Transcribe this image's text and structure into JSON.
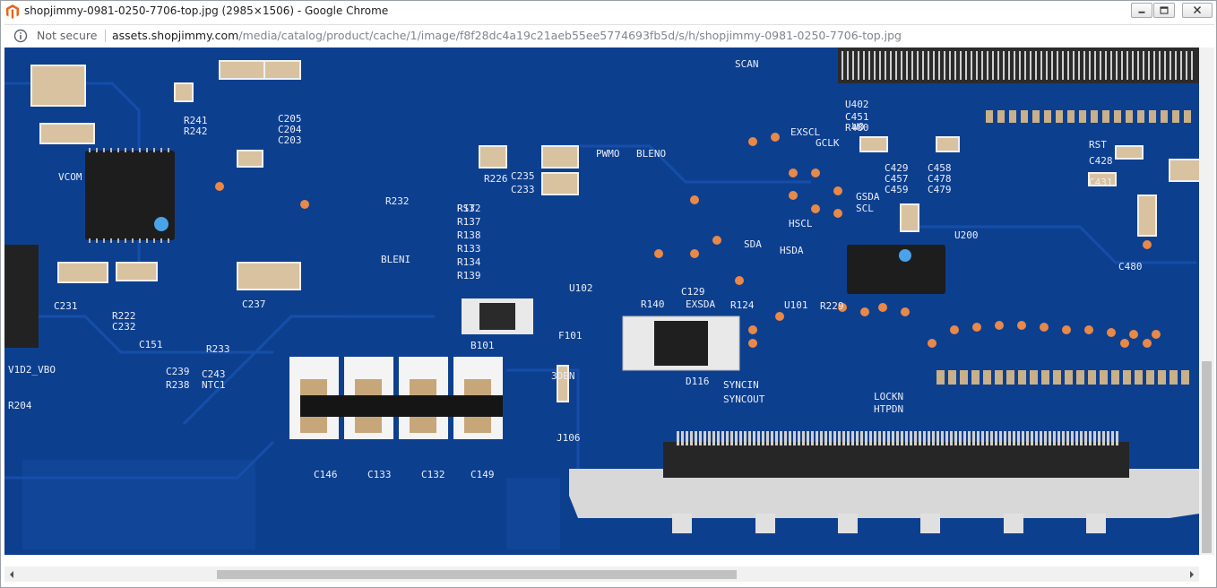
{
  "window": {
    "title": "shopjimmy-0981-0250-7706-top.jpg (2985×1506) - Google Chrome"
  },
  "addressbar": {
    "security_label": "Not secure",
    "url_host": "assets.shopjimmy.com",
    "url_path": "/media/catalog/product/cache/1/image/f8f28dc4a19c21aeb55ee5774693fb5d/s/h/shopjimmy-0981-0250-7706-top.jpg"
  },
  "image": {
    "board_labels": [
      "R132",
      "R137",
      "R138",
      "R133",
      "R134",
      "R139",
      "C205",
      "C204",
      "C203",
      "R241",
      "R242",
      "R226",
      "C235",
      "C233",
      "C231",
      "C237",
      "R222",
      "C232",
      "B101",
      "F101",
      "D116",
      "R140",
      "C129",
      "EXSDA",
      "R124",
      "U101",
      "U102",
      "SYNCIN",
      "SYNCOUT",
      "LOCKN",
      "HTPDN",
      "J106",
      "3DEN",
      "C151",
      "C146",
      "C133",
      "C132",
      "C149",
      "SCAN",
      "HSCL",
      "HSDA",
      "SDA",
      "GSDA",
      "SCL",
      "EXSCL",
      "GCLK",
      "PWMO",
      "BLENO",
      "BLENI",
      "NTC1",
      "C243",
      "R238",
      "C239",
      "R233",
      "R232",
      "VCOM",
      "U200",
      "U402",
      "C451",
      "R480",
      "RST",
      "C428",
      "C431",
      "C429",
      "C457",
      "C459",
      "C458",
      "C478",
      "C479",
      "C480",
      "V1D2_VBO",
      "R204",
      "R229",
      "WO",
      "RST"
    ]
  },
  "colors": {
    "pcb": "#0d3f8f",
    "silk": "#e8eef8",
    "accent_close": "#cc3333"
  }
}
